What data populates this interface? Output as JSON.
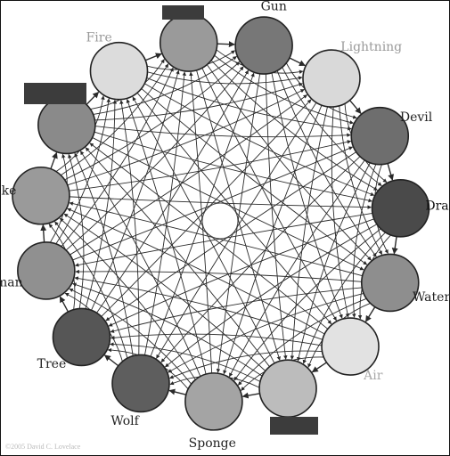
{
  "diagram": {
    "nodes": [
      {
        "id": 0,
        "label": "",
        "fill": "#9a9a9a",
        "label_color": "#222222",
        "redacted": true
      },
      {
        "id": 1,
        "label": "Gun",
        "fill": "#777777",
        "label_color": "#222222",
        "redacted": false
      },
      {
        "id": 2,
        "label": "Lightning",
        "fill": "#d9d9d9",
        "label_color": "#9a9a9a",
        "redacted": false
      },
      {
        "id": 3,
        "label": "Devil",
        "fill": "#6e6e6e",
        "label_color": "#222222",
        "redacted": false
      },
      {
        "id": 4,
        "label": "Dragon",
        "fill": "#4a4a4a",
        "label_color": "#111111",
        "redacted": false
      },
      {
        "id": 5,
        "label": "Water",
        "fill": "#8e8e8e",
        "label_color": "#222222",
        "redacted": false
      },
      {
        "id": 6,
        "label": "Air",
        "fill": "#e2e2e2",
        "label_color": "#a8a8a8",
        "redacted": false
      },
      {
        "id": 7,
        "label": "",
        "fill": "#bcbcbc",
        "label_color": "#222222",
        "redacted": true
      },
      {
        "id": 8,
        "label": "Sponge",
        "fill": "#a4a4a4",
        "label_color": "#222222",
        "redacted": false
      },
      {
        "id": 9,
        "label": "Wolf",
        "fill": "#5e5e5e",
        "label_color": "#222222",
        "redacted": false
      },
      {
        "id": 10,
        "label": "Tree",
        "fill": "#565656",
        "label_color": "#222222",
        "redacted": false
      },
      {
        "id": 11,
        "label": "Human",
        "fill": "#909090",
        "label_color": "#222222",
        "redacted": false
      },
      {
        "id": 12,
        "label": "Snake",
        "fill": "#9a9a9a",
        "label_color": "#222222",
        "redacted": false
      },
      {
        "id": 13,
        "label": "",
        "fill": "#8a8a8a",
        "label_color": "#222222",
        "redacted": true
      },
      {
        "id": 14,
        "label": "Fire",
        "fill": "#dcdcdc",
        "label_color": "#9a9a9a",
        "redacted": false
      }
    ],
    "beats_offsets": [
      1,
      2,
      3,
      4,
      5,
      6,
      7
    ],
    "edge_color": "#2a2a2a",
    "center_fill": "#ffffff"
  },
  "copyright": "©2005 David C. Lovelace"
}
